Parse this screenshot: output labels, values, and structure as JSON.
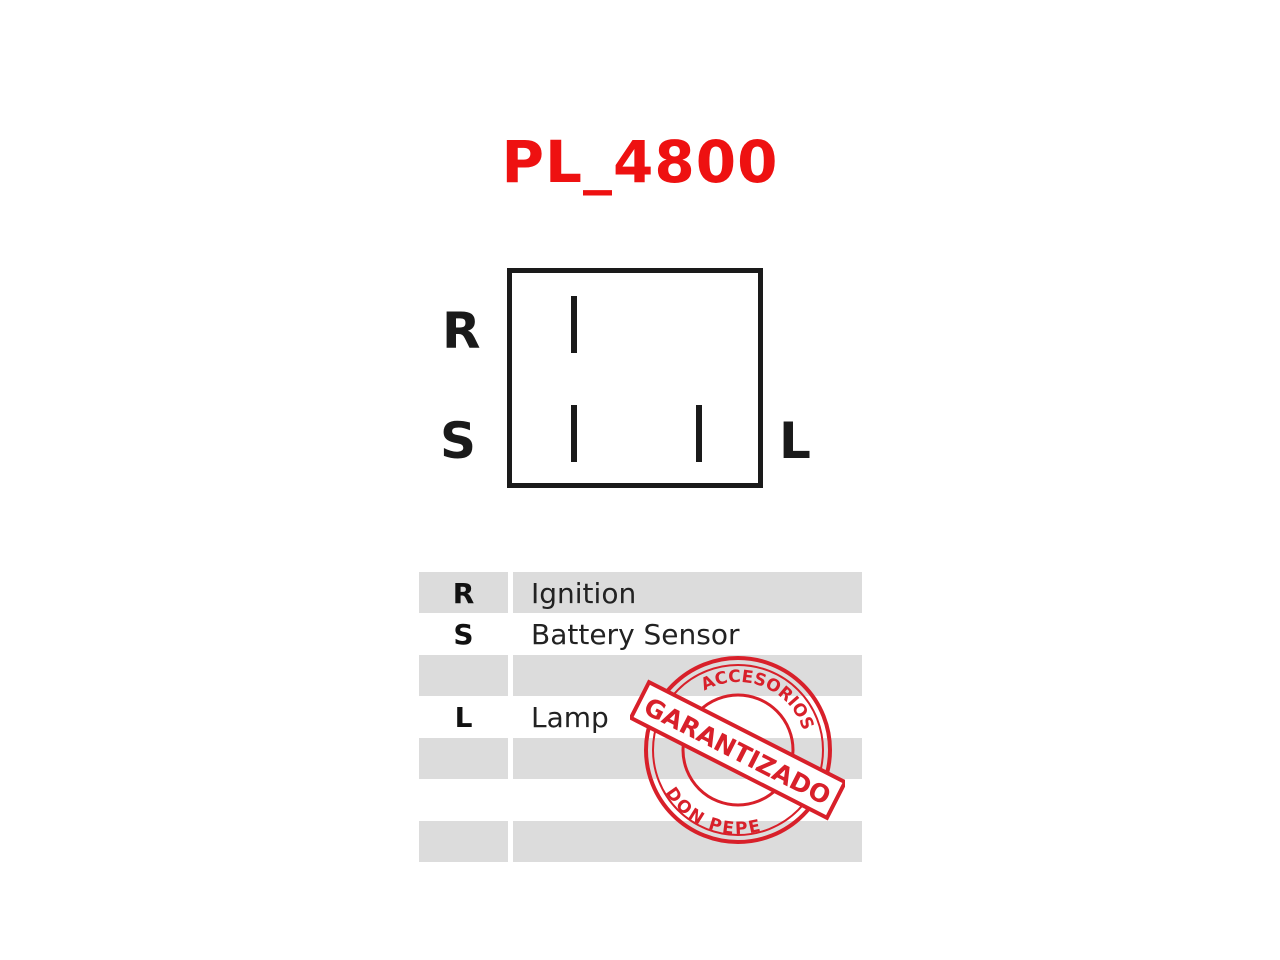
{
  "title": "PL_4800",
  "connector": {
    "left_labels": [
      "R",
      "S"
    ],
    "right_label": "L"
  },
  "table": {
    "rows": [
      {
        "pin": "R",
        "description": "Ignition"
      },
      {
        "pin": "S",
        "description": "Battery Sensor"
      },
      {
        "pin": "",
        "description": ""
      },
      {
        "pin": "L",
        "description": "Lamp"
      },
      {
        "pin": "",
        "description": ""
      },
      {
        "pin": "",
        "description": ""
      },
      {
        "pin": "",
        "description": ""
      }
    ]
  },
  "stamp": {
    "top_text": "ACCESORIOS",
    "banner_text": "GARANTIZADO",
    "bottom_text": "DON PEPE",
    "color": "#d8202a"
  },
  "colors": {
    "title": "#ee1111",
    "row_shade": "#dcdcdc"
  }
}
